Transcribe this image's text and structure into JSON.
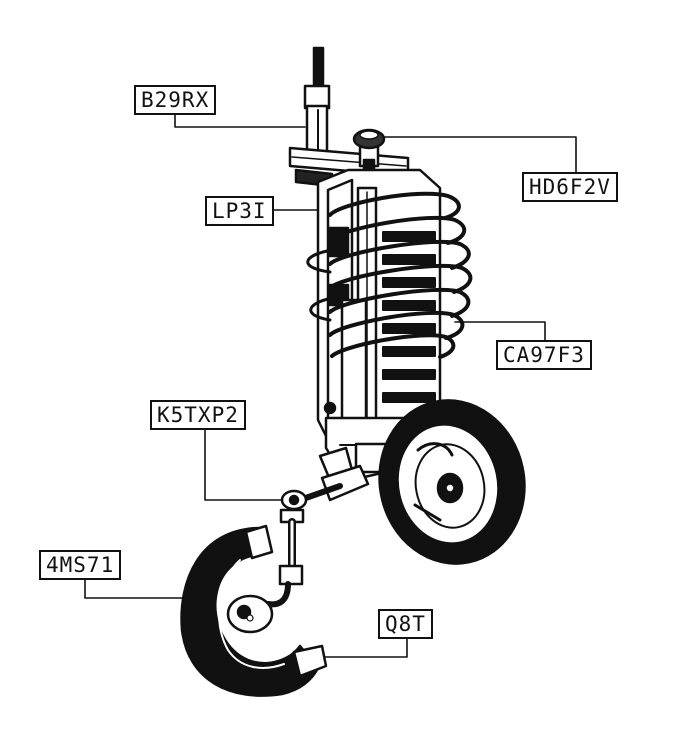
{
  "diagram": {
    "ink_color": "#111111",
    "background_color": "#ffffff",
    "callouts": [
      {
        "id": "b29rx",
        "label": "B29RX"
      },
      {
        "id": "hd6f2v",
        "label": "HD6F2V"
      },
      {
        "id": "lp3i",
        "label": "LP3I"
      },
      {
        "id": "ca97f3",
        "label": "CA97F3"
      },
      {
        "id": "k5txp2",
        "label": "K5TXP2"
      },
      {
        "id": "4ms71",
        "label": "4MS71"
      },
      {
        "id": "q8t",
        "label": "Q8T"
      }
    ]
  }
}
